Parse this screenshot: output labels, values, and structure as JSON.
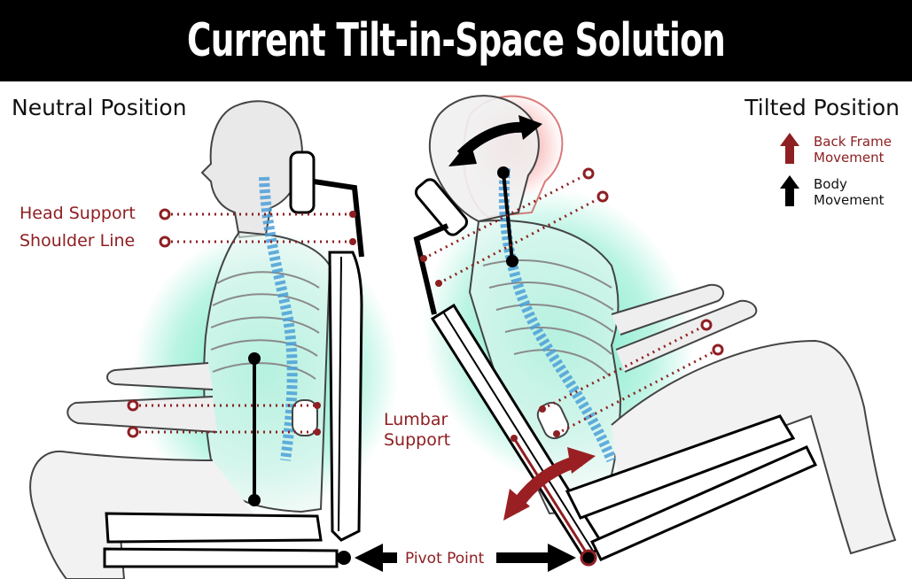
{
  "title": "Current Tilt-in-Space Solution",
  "left_title": "Neutral Position",
  "right_title": "Tilted Position",
  "labels": {
    "head_support": "Head Support",
    "shoulder_line": "Shoulder Line",
    "lumbar_line1": "Lumbar",
    "lumbar_line2": "Support",
    "pivot_point": "Pivot Point"
  },
  "legend": {
    "back_frame_line1": "Back Frame",
    "back_frame_line2": "Movement",
    "body_line1": "Body",
    "body_line2": "Movement"
  },
  "colors": {
    "accent_red": "#8e1f22",
    "header_bg": "#000000",
    "torso_glow": "#3de0b0",
    "spine_blue": "#4a9fd8"
  }
}
